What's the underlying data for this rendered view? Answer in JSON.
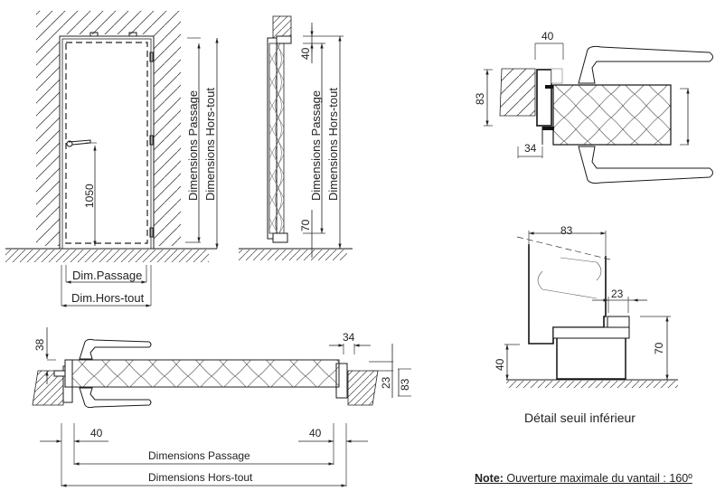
{
  "front_view": {
    "dim_passage_vertical": "Dimensions Passage",
    "dim_horstout_vertical": "Dimensions Hors-tout",
    "handle_height": "1050",
    "dim_passage_horizontal": "Dim.Passage",
    "dim_horstout_horizontal": "Dim.Hors-tout"
  },
  "section_view": {
    "top_offset": "40",
    "bottom_offset": "70",
    "dim_passage_vertical": "Dimensions Passage",
    "dim_horstout_vertical": "Dimensions Hors-tout"
  },
  "hinge_detail": {
    "frame_width": "40",
    "frame_depth": "83",
    "leaf_offset": "34"
  },
  "threshold_detail": {
    "frame_depth": "83",
    "gap": "23",
    "sill_height": "70",
    "frame_height": "40",
    "caption": "Détail seuil inférieur"
  },
  "plan_view": {
    "handle_offset": "38",
    "leaf_offset": "34",
    "gap": "23",
    "frame_depth": "83",
    "left_frame": "40",
    "right_frame": "40",
    "dim_passage": "Dimensions Passage",
    "dim_horstout": "Dimensions Hors-tout"
  },
  "note": {
    "label": "Note:",
    "text": " Ouverture maximale du vantail : 160º"
  }
}
